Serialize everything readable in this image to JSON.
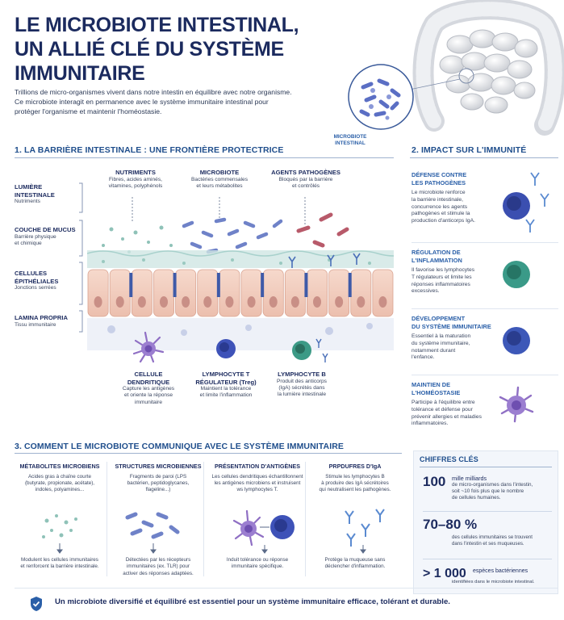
{
  "title_line1": "LE MICROBIOTE INTESTINAL,",
  "title_line2": "UN ALLIÉ CLÉ DU SYSTÈME IMMUNITAIRE",
  "intro": [
    "Trillions de micro-organismes vivent dans notre intestin en équilibre avec notre organisme.",
    "Ce microbiote interagit en permanence avec le système immunitaire intestinal pour",
    "protéger l'organisme et maintenir l'homéostasie."
  ],
  "microbiote_caption": [
    "MICROBIOTE",
    "INTESTINAL"
  ],
  "section1": {
    "heading": "1. LA BARRIÈRE INTESTINALE : UNE FRONTIÈRE PROTECTRICE",
    "layers": [
      {
        "title": [
          "LUMIÈRE",
          "INTESTINALE"
        ],
        "desc": [
          "Nutriments"
        ]
      },
      {
        "title": [
          "COUCHE DE MUCUS"
        ],
        "desc": [
          "Barrière physique",
          "et chimique"
        ]
      },
      {
        "title": [
          "CELLULES",
          "ÉPITHÉLIALES"
        ],
        "desc": [
          "Jonctions serrées"
        ]
      },
      {
        "title": [
          "LAMINA PROPRIA"
        ],
        "desc": [
          "Tissu immunitaire"
        ]
      }
    ],
    "top_labels": [
      {
        "title": "NUTRIMENTS",
        "desc": [
          "Fibres, acides aminés,",
          "vitamines, polyphénols"
        ]
      },
      {
        "title": "MICROBIOTE",
        "desc": [
          "Bactéries commensales",
          "et leurs métabolites"
        ]
      },
      {
        "title": "AGENTS PATHOGÈNES",
        "desc": [
          "Bloqués par la barrière",
          "et contrôlés"
        ]
      }
    ],
    "cells": [
      {
        "title": [
          "CELLULE",
          "DENDRITIQUE"
        ],
        "desc": [
          "Capture les antigènes",
          "et oriente la réponse",
          "immunitaire"
        ]
      },
      {
        "title": [
          "LYMPHOCYTE T",
          "RÉGULATEUR (Treg)"
        ],
        "desc": [
          "Maintient la tolérance",
          "et limite l'inflammation"
        ]
      },
      {
        "title": [
          "LYMPHOCYTE B"
        ],
        "desc": [
          "Produit des anticorps",
          "(IgA) sécrétés dans",
          "la lumière intestinale"
        ]
      }
    ]
  },
  "section2": {
    "heading": "2. IMPACT SUR L'IMMUNITÉ",
    "cards": [
      {
        "title": [
          "DÉFENSE CONTRE",
          "LES PATHOGÈNES"
        ],
        "desc": [
          "Le microbiote renforce",
          "la barrière intestinale,",
          "concurrence les agents",
          "pathogènes et stimule la",
          "production d'anticorps IgA."
        ],
        "color": "#3b4fb0"
      },
      {
        "title": [
          "RÉGULATION DE",
          "L'INFLAMMATION"
        ],
        "desc": [
          "Il favorise les lymphocytes",
          "T régulateurs et limite les",
          "réponses inflammatoires",
          "excessives."
        ],
        "color": "#3a9a88"
      },
      {
        "title": [
          "DÉVELOPPEMENT",
          "DU SYSTÈME IMMUNITAIRE"
        ],
        "desc": [
          "Essentiel à la maturation",
          "du système immunitaire,",
          "notamment durant",
          "l'enfance."
        ],
        "color": "#3d58b8"
      },
      {
        "title": [
          "MAINTIEN DE",
          "L'HOMÉOSTASIE"
        ],
        "desc": [
          "Participe à l'équilibre entre",
          "tolérance et défense pour",
          "prévenir allergies et maladies",
          "inflammatoires."
        ],
        "color": "#7a5cc0"
      }
    ]
  },
  "section3": {
    "heading": "3. COMMENT LE MICROBIOTE COMMUNIQUE AVEC LE SYSTÈME IMMUNITAIRE",
    "columns": [
      {
        "title": "MÉTABOLITES MICROBIENS",
        "desc": [
          "Acides gras à chaîne courte",
          "(butyrate, propionate, acétate),",
          "indoles, polyamines..."
        ],
        "result": [
          "Modulent les cellules immunitaires",
          "et renforcent la barrière intestinale."
        ]
      },
      {
        "title": "STRUCTURES MICROBIENNES",
        "desc": [
          "Fragments de paroi (LPS",
          "bactérien, peptidoglycanes,",
          "flageline...)"
        ],
        "result": [
          "Détectées par les récepteurs",
          "immunitaires (ex. TLR) pour",
          "activer des réponses adaptées."
        ]
      },
      {
        "title": "PRÉSENTATION D'ANTIGÈNES",
        "desc": [
          "Les cellules dendritiques échantillonnent",
          "les antigènes microbiens et instruisent",
          "ws lymphocytes T."
        ],
        "result": [
          "Induit tolérance ou réponse",
          "immunitaire spécifique."
        ]
      },
      {
        "title": "PRPDUFRES D'IgA",
        "desc": [
          "Stimule les lymphocytes B",
          "à produire des IgA sécrétoires",
          "qui neutralisent les pathogènes."
        ],
        "result": [
          "Protège la muqueuse sans",
          "déclencher d'inflammation."
        ]
      }
    ]
  },
  "key_figures": {
    "heading": "CHIFFRES CLÉS",
    "items": [
      {
        "num": "100",
        "lead": "mille milliards",
        "desc": [
          "de micro-organismes dans l'intestin,",
          "soit ~10 fois plus que le nombre",
          "de cellules humaines."
        ]
      },
      {
        "num": "70–80 %",
        "desc": [
          "des cellules immunitaires se trouvent",
          "dans l'intestin et ses muqueuses."
        ]
      },
      {
        "num": "> 1 000",
        "lead": "espèces bactériennes",
        "desc": [
          "identifiées dans le microbiote intestinal."
        ]
      }
    ]
  },
  "conclusion": "Un microbiote diversifié et équilibré est essentiel pour un système immunitaire efficace, tolérant et durable.",
  "colors": {
    "navy": "#1b2a5e",
    "accent_blue": "#2a5fa8",
    "epithelium": "#f1c9b8",
    "mucus": "#cfe6e4"
  }
}
